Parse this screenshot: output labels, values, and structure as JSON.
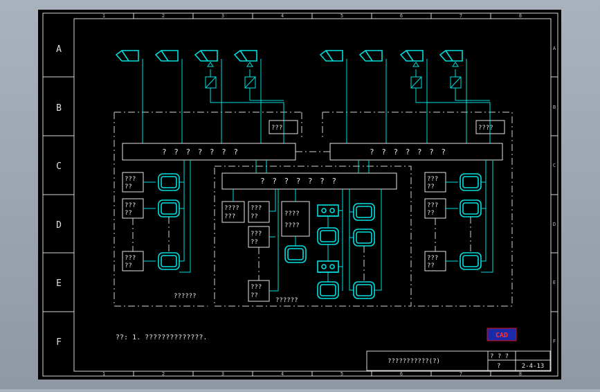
{
  "frame": {
    "column_numbers": [
      "1",
      "2",
      "3",
      "4",
      "5",
      "6",
      "7",
      "8"
    ],
    "row_letters": [
      "A",
      "B",
      "C",
      "D",
      "E",
      "F"
    ]
  },
  "diagram": {
    "left_bus_label": "? ? ? ? ? ? ?",
    "right_bus_label": "? ? ? ? ? ? ?",
    "center_bus_label": "? ? ? ? ? ? ?",
    "left_top_box": "???",
    "right_top_box": "????",
    "left_panel_caption": "??????",
    "center_panel_caption": "??????",
    "unit_line1": "???",
    "unit_line2": "??",
    "dual_box_line1": "????",
    "dual_box_line2": "???",
    "tall_box_line1": "????",
    "tall_box_line2": "????"
  },
  "notes": {
    "text": "??: 1. ??????????????."
  },
  "title_block": {
    "title": "???????????(?)",
    "cell_top": "? ? ?",
    "cell_mid": "?",
    "drawing_no": "2-4-13"
  },
  "logo": {
    "text": "CAD"
  },
  "colors": {
    "line": "#00e0e0",
    "background": "#000000",
    "frame": "#d8d8d8"
  }
}
